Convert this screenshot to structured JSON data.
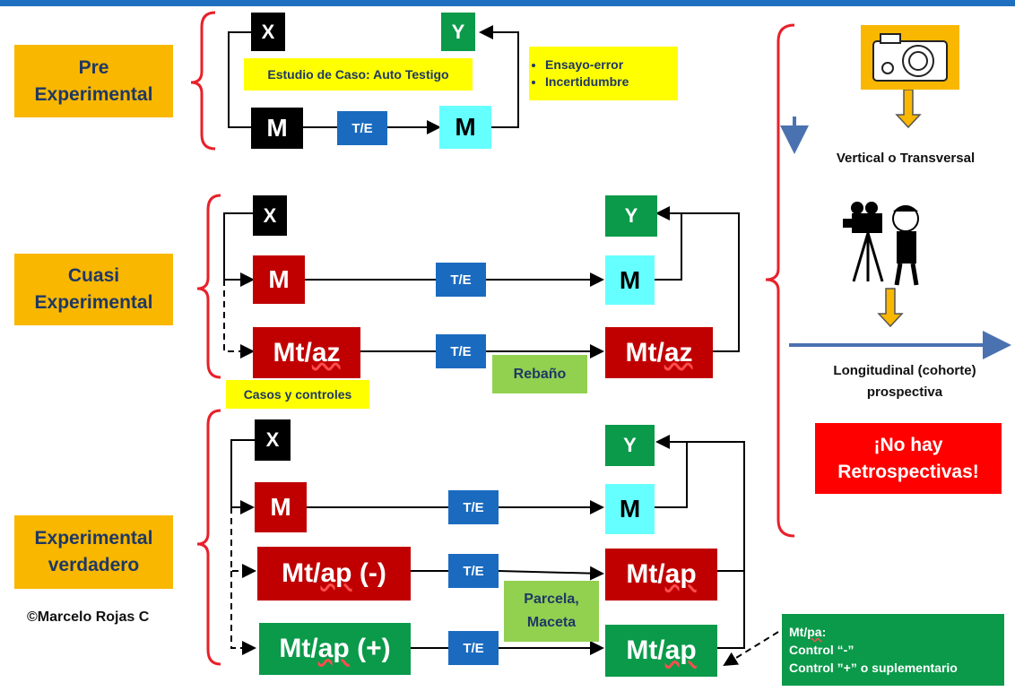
{
  "sections": {
    "pre": "Pre\nExperimental",
    "cuasi": "Cuasi\nExperimental",
    "experimental": "Experimental\nverdadero"
  },
  "pre": {
    "x": "X",
    "y": "Y",
    "m1": "M",
    "te": "T/E",
    "m2": "M",
    "caption": "Estudio de Caso: Auto Testigo",
    "bullets": [
      "Ensayo-error",
      "Incertidumbre"
    ]
  },
  "cuasi": {
    "x": "X",
    "y": "Y",
    "m1": "M",
    "te1": "T/E",
    "m2": "M",
    "mt1_base": "Mt/",
    "mt1_sub": "az",
    "te2": "T/E",
    "mt2_base": "Mt/",
    "mt2_sub": "az",
    "rebano": "Rebaño",
    "casos": "Casos y controles"
  },
  "exp": {
    "x": "X",
    "y": "Y",
    "m1": "M",
    "te1": "T/E",
    "m2": "M",
    "mtn_base": "Mt/",
    "mtn_sub": "ap",
    "mtn_suffix": " (-)",
    "te2": "T/E",
    "mtn2_base": "Mt/",
    "mtn2_sub": "ap",
    "mtp_base": "Mt/",
    "mtp_sub": "ap",
    "mtp_suffix": " (+)",
    "te3": "T/E",
    "mtp2_base": "Mt/",
    "mtp2_sub": "ap",
    "parcela": "Parcela,\nMaceta",
    "legend_title_base": "Mt/",
    "legend_title_sub": "pa",
    "legend_title_suffix": ":",
    "legend_line2": "Control “-”",
    "legend_line3": "Control ”+” o suplementario"
  },
  "copyright": "©Marcelo Rojas C",
  "right": {
    "vertical": "Vertical o Transversal",
    "longitudinal": "Longitudinal (cohorte)\nprospectiva",
    "no_retro": "¡No hay\nRetrospectivas!"
  },
  "icons": [
    "camera-icon",
    "cameraman-icon"
  ],
  "colors": {
    "orange": "#f9b700",
    "yellow": "#ffff00",
    "black": "#000000",
    "green": "#0a9a4a",
    "cyan": "#66ffff",
    "red": "#c00000",
    "blue": "#1a6bbf",
    "lightgreen": "#92d050",
    "bracket": "#e8202a",
    "no_retro_bg": "#ff0000"
  }
}
